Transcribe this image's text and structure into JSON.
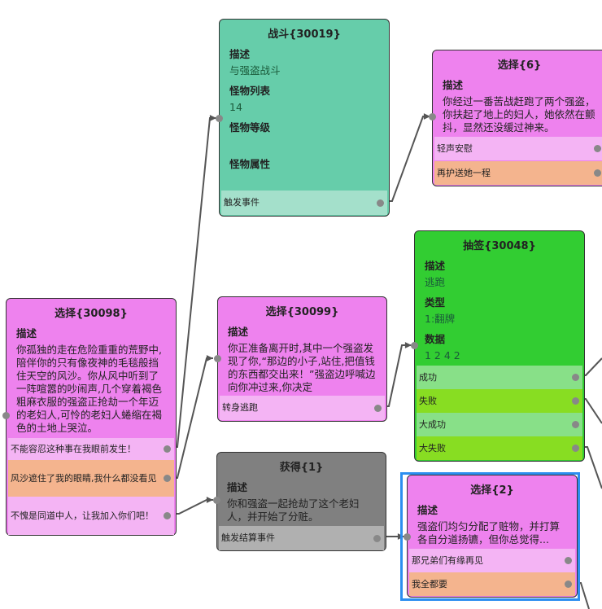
{
  "colors": {
    "pink": "#ee82ee",
    "pink_opt": "#f4b4f4",
    "orange_opt": "#f4b48e",
    "teal": "#66cdaa",
    "teal_opt": "#a4e0cb",
    "green": "#32cd32",
    "green_opt_a": "#88e088",
    "green_opt_b": "#88dd22",
    "gray": "#808080",
    "gray_opt": "#b0b0b0",
    "selection": "#2c8ef0"
  },
  "nodes": [
    {
      "title": "选择{30098}",
      "fields": [
        {
          "label": "描述",
          "value": "你孤独的走在危险重重的荒野中,陪伴你的只有像夜神的毛毯般挡住天空的风沙。你从风中听到了一阵喧嚣的吵闹声,几个穿着褐色粗麻衣服的强盗正抢劫一个年迈的老妇人,可怜的老妇人蜷缩在褐色的土地上哭泣。"
        }
      ],
      "options": [
        "不能容忍这种事在我眼前发生！",
        "风沙遮住了我的眼睛,我什么都没看见",
        "不愧是同道中人，让我加入你们吧！"
      ]
    },
    {
      "title": "战斗{30019}",
      "fields": [
        {
          "label": "描述",
          "value": "与强盗战斗"
        },
        {
          "label": "怪物列表",
          "value": "14"
        },
        {
          "label": "怪物等级",
          "value": ""
        },
        {
          "label": "怪物属性",
          "value": ""
        }
      ],
      "options": [
        "触发事件"
      ]
    },
    {
      "title": "选择{6}",
      "fields": [
        {
          "label": "描述",
          "value": "你经过一番苦战赶跑了两个强盗，你扶起了地上的妇人，她依然在颤抖，显然还没缓过神来。"
        }
      ],
      "options": [
        "轻声安慰",
        "再护送她一程"
      ]
    },
    {
      "title": "选择{30099}",
      "fields": [
        {
          "label": "描述",
          "value": "你正准备离开时,其中一个强盗发现了你,“那边的小子,站住,把值钱的东西都交出来！”强盗边呼喊边向你冲过来,你决定"
        }
      ],
      "options": [
        "转身逃跑"
      ]
    },
    {
      "title": "抽签{30048}",
      "fields": [
        {
          "label": "描述",
          "value": "逃跑"
        },
        {
          "label": "类型",
          "value": "1:翻牌"
        },
        {
          "label": "数据",
          "value": "1 2 4 2"
        }
      ],
      "options": [
        "成功",
        "失败",
        "大成功",
        "大失败"
      ]
    },
    {
      "title": "获得{1}",
      "fields": [
        {
          "label": "描述",
          "value": "你和强盗一起抢劫了这个老妇人，并开始了分赃。"
        }
      ],
      "options": [
        "触发结算事件"
      ]
    },
    {
      "title": "选择{2}",
      "fields": [
        {
          "label": "描述",
          "value": "强盗们均匀分配了赃物，并打算各自分道扬镳，但你总觉得..."
        }
      ],
      "options": [
        "那兄弟们有缘再见",
        "我全都要"
      ]
    }
  ]
}
